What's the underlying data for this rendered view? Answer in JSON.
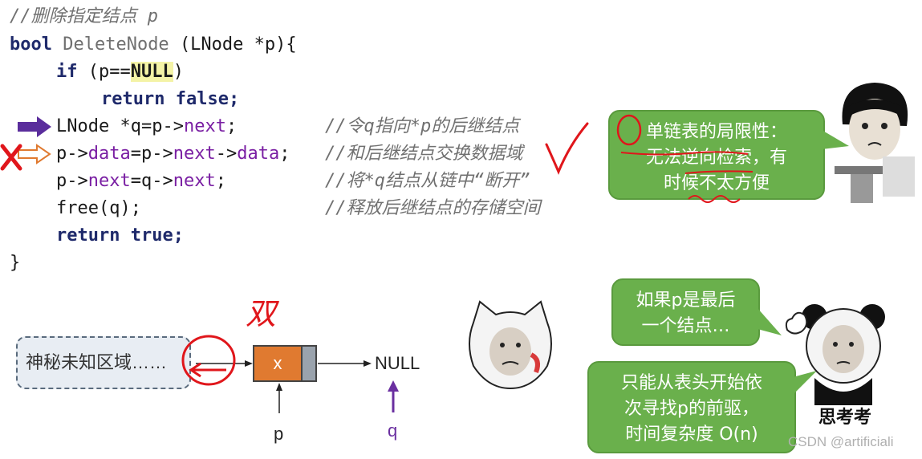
{
  "code": {
    "comment_title": "//删除指定结点 p",
    "line_sig_kw": "bool",
    "line_sig_name": " DeleteNode ",
    "line_sig_params": "(LNode *p){",
    "line_if_kw": "if",
    "line_if_a": " (p==",
    "line_if_null": "NULL",
    "line_if_b": ")",
    "line_ret_false": "return false;",
    "line_q_a": "LNode *q=p->",
    "line_q_next": "next",
    "line_q_b": ";",
    "line_data_a": "p->",
    "line_data_f1": "data",
    "line_data_b": "=p->",
    "line_data_f2": "next",
    "line_data_c": "->",
    "line_data_f3": "data",
    "line_data_d": ";",
    "line_next_a": "p->",
    "line_next_f1": "next",
    "line_next_b": "=q->",
    "line_next_f2": "next",
    "line_next_c": ";",
    "line_free": "free(q);",
    "line_ret_true": "return true;",
    "close_brace": "}",
    "cmt_q": "//令q指向*p的后继结点",
    "cmt_data": "//和后继结点交换数据域",
    "cmt_next": "//将*q结点从链中“断开”",
    "cmt_free": "//释放后继结点的存储空间"
  },
  "diagram": {
    "mystery_region": "神秘未知区域……",
    "node_value": "x",
    "null_label": "NULL",
    "p_label": "p",
    "q_label": "q",
    "handwritten_shuang": "双"
  },
  "bubbles": {
    "limit_line1": "单链表的局限性：",
    "limit_line2": "无法逆向检索，有",
    "limit_line3": "时候不太方便",
    "last_line1": "如果p是最后",
    "last_line2": "一个结点…",
    "search_line1": "只能从表头开始依",
    "search_line2": "次寻找p的前驱，",
    "search_line3": "时间复杂度 O(n)"
  },
  "meme": {
    "caption": "思考考"
  },
  "watermark": "CSDN @artificiali",
  "colors": {
    "keyword": "#1f2a6b",
    "field": "#7a1fa3",
    "comment": "#707070",
    "bubble_green": "#6ab04c",
    "node_orange": "#e07a30",
    "red_annotation": "#e0161b",
    "arrow_purple": "#6a2fa0"
  }
}
